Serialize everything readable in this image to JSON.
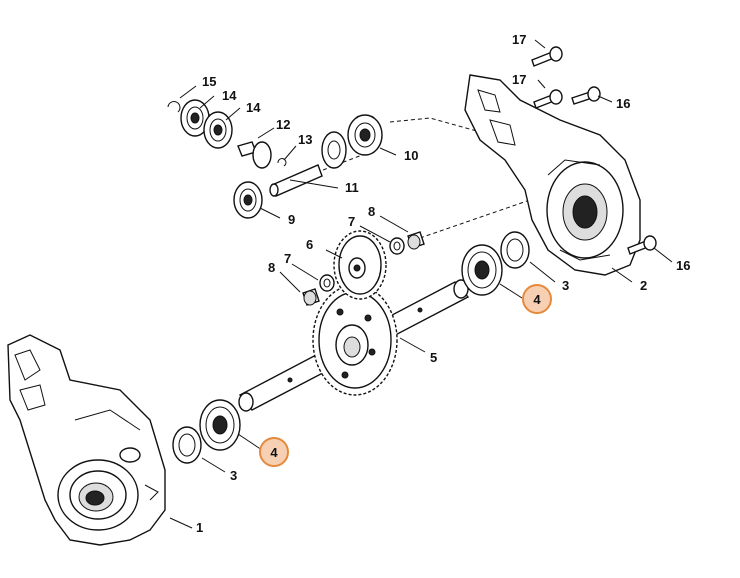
{
  "labels": {
    "housing_left": "1",
    "housing_right": "2",
    "seal_ring_lower": "3",
    "seal_ring_upper": "3",
    "ball_bearing_lower": "4",
    "ball_bearing_upper": "4",
    "shaft": "5",
    "spur_gear_small": "6",
    "washer_upper": "7",
    "washer_lower": "7",
    "needle_sleeve_upper": "8",
    "needle_sleeve_lower": "8",
    "bearing_9": "9",
    "bearing_10": "10",
    "pinion_shaft": "11",
    "bevel_pinion": "12",
    "bevel_gear": "13",
    "ball_bearing_14a": "14",
    "ball_bearing_14b": "14",
    "circlip": "15",
    "screw_16_upper": "16",
    "screw_16_lower": "16",
    "screw_17_upper": "17",
    "screw_17_lower": "17"
  },
  "colors": {
    "highlight_fill": "#f7d0b3",
    "highlight_stroke": "#e58a3c"
  }
}
